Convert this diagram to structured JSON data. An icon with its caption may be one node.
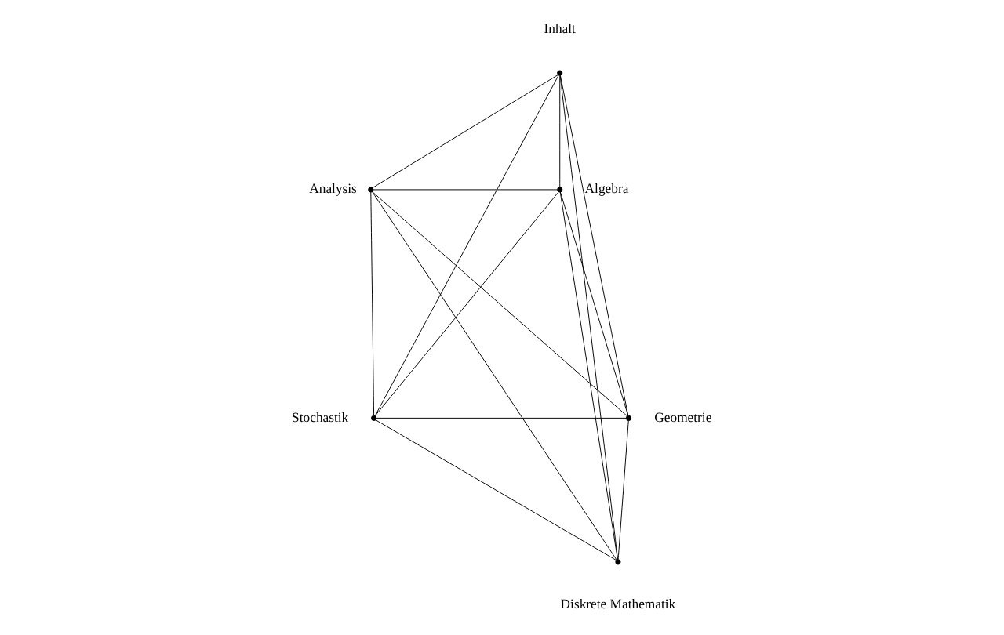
{
  "diagram": {
    "nodes": [
      {
        "text": [],
        "shape": "circle",
        "beside": [
          "Inhalt"
        ]
      },
      {
        "text": [],
        "shape": "circle",
        "beside": [
          "Analysis"
        ]
      },
      {
        "text": [],
        "shape": "circle",
        "beside": [
          "Algebra"
        ]
      },
      {
        "text": [],
        "shape": "circle",
        "beside": [
          "Stochastik"
        ]
      },
      {
        "text": [],
        "shape": "circle",
        "beside": [
          "Geometrie"
        ]
      },
      {
        "text": [],
        "shape": "circle",
        "beside": [
          "Diskrete Mathematik"
        ]
      }
    ],
    "edges": [
      {
        "from": 0,
        "to": 1,
        "arrow": "none"
      },
      {
        "from": 0,
        "to": 2,
        "arrow": "none"
      },
      {
        "from": 0,
        "to": 3,
        "arrow": "none"
      },
      {
        "from": 0,
        "to": 4,
        "arrow": "none"
      },
      {
        "from": 0,
        "to": 5,
        "arrow": "none"
      },
      {
        "from": 1,
        "to": 2,
        "arrow": "none"
      },
      {
        "from": 1,
        "to": 3,
        "arrow": "none"
      },
      {
        "from": 1,
        "to": 4,
        "arrow": "none"
      },
      {
        "from": 1,
        "to": 5,
        "arrow": "none"
      },
      {
        "from": 2,
        "to": 3,
        "arrow": "none"
      },
      {
        "from": 2,
        "to": 4,
        "arrow": "none"
      },
      {
        "from": 2,
        "to": 5,
        "arrow": "none"
      },
      {
        "from": 3,
        "to": 4,
        "arrow": "none"
      },
      {
        "from": 3,
        "to": 5,
        "arrow": "none"
      },
      {
        "from": 4,
        "to": 5,
        "arrow": "none"
      }
    ]
  }
}
